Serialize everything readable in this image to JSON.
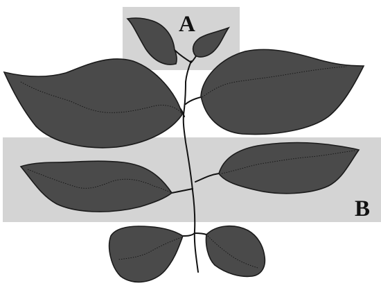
{
  "figure": {
    "regions": [
      {
        "id": "A",
        "label": "A"
      },
      {
        "id": "B",
        "label": "B"
      }
    ],
    "colors": {
      "band": "#d4d4d4",
      "leaf_fill": "#4a4a4a",
      "leaf_outline": "#1a1a1a",
      "stem": "#111111",
      "background": "#ffffff"
    }
  }
}
